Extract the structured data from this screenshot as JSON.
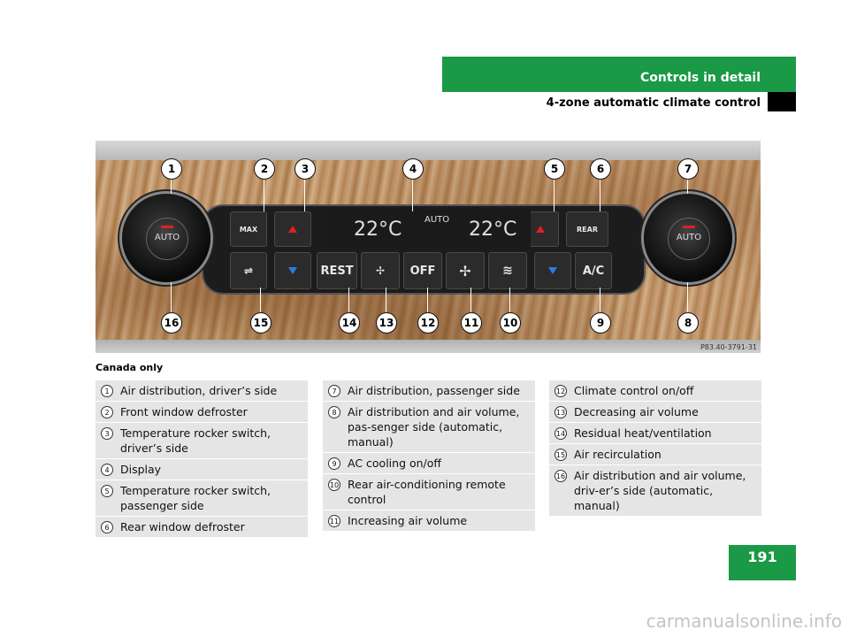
{
  "header": {
    "section_title": "Controls in detail",
    "subtitle": "4-zone automatic climate control",
    "accent_color": "#1a9a46"
  },
  "figure": {
    "photo_code": "P83.40-3791-31",
    "display_left_temp": "22°C",
    "display_right_temp": "22°C",
    "display_mode": "AUTO",
    "buttons": {
      "max": "MAX",
      "rear": "REAR",
      "rest": "REST",
      "off": "OFF",
      "ac": "A/C",
      "knob_left": "AUTO",
      "knob_right": "AUTO"
    },
    "callouts": [
      "1",
      "2",
      "3",
      "4",
      "5",
      "6",
      "7",
      "8",
      "9",
      "10",
      "11",
      "12",
      "13",
      "14",
      "15",
      "16"
    ]
  },
  "caption": "Canada only",
  "legend": {
    "col1": [
      {
        "num": "1",
        "text": "Air distribution, driver’s side"
      },
      {
        "num": "2",
        "text": "Front window defroster"
      },
      {
        "num": "3",
        "text": "Temperature rocker switch, driver’s side"
      },
      {
        "num": "4",
        "text": "Display"
      },
      {
        "num": "5",
        "text": "Temperature rocker switch, passenger side"
      },
      {
        "num": "6",
        "text": "Rear window defroster"
      }
    ],
    "col2": [
      {
        "num": "7",
        "text": "Air distribution, passenger side"
      },
      {
        "num": "8",
        "text": "Air distribution and air volume, pas-senger side (automatic, manual)"
      },
      {
        "num": "9",
        "text": "AC cooling on/off"
      },
      {
        "num": "10",
        "text": "Rear air-conditioning remote control"
      },
      {
        "num": "11",
        "text": "Increasing air volume"
      }
    ],
    "col3": [
      {
        "num": "12",
        "text": "Climate control on/off"
      },
      {
        "num": "13",
        "text": "Decreasing air volume"
      },
      {
        "num": "14",
        "text": "Residual heat/ventilation"
      },
      {
        "num": "15",
        "text": "Air recirculation"
      },
      {
        "num": "16",
        "text": "Air distribution and air volume, driv-er’s side (automatic, manual)"
      }
    ]
  },
  "page_number": "191",
  "watermark": "carmanualsonline.info"
}
